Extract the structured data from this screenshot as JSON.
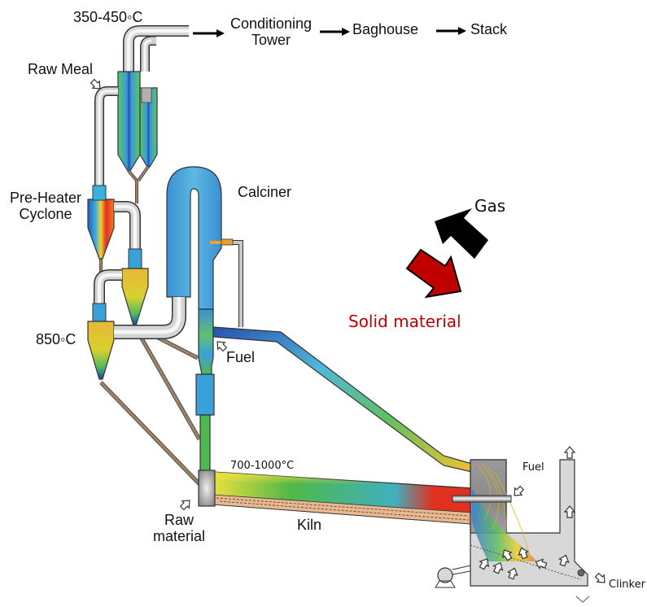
{
  "title": "Cement kiln process flow with CFD temperature contours",
  "labels": {
    "top_temp": "350-450◦C",
    "conditioning_tower": "Conditioning\nTower",
    "conditioning_line1": "Conditioning",
    "conditioning_line2": "Tower",
    "baghouse": "Baghouse",
    "stack": "Stack",
    "raw_meal": "Raw Meal",
    "preheater_line1": "Pre-Heater",
    "preheater_line2": "Cyclone",
    "calciner": "Calciner",
    "temp_850": "850◦C",
    "fuel_calciner": "Fuel",
    "kiln_temp": "700-1000°C",
    "raw_material_line1": "Raw",
    "raw_material_line2": "material",
    "kiln": "Kiln",
    "fuel_kiln": "Fuel",
    "clinker": "Clinker"
  },
  "legend": {
    "gas": "Gas",
    "solid": "Solid material",
    "gas_color": "#000000",
    "solid_color": "#c00000"
  },
  "flow": [
    "Conditioning Tower",
    "Baghouse",
    "Stack"
  ],
  "colors": {
    "pipe_gray": "#9a9a9a",
    "duct_brown": "#7a6a58",
    "cfd_blue": "#3aa0d8",
    "cfd_green": "#4cbf4a",
    "cfd_yellow": "#f0d030",
    "cfd_red": "#e03020",
    "cooler_gray": "#d8d8d8"
  }
}
